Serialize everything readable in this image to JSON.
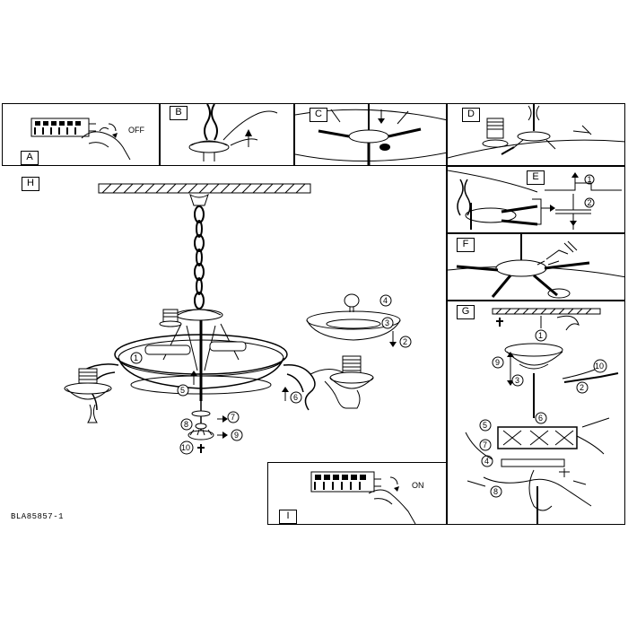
{
  "panels": {
    "A": {
      "label": "A",
      "switch_text": "OFF"
    },
    "B": {
      "label": "B"
    },
    "C": {
      "label": "C"
    },
    "D": {
      "label": "D"
    },
    "E": {
      "label": "E",
      "step1": "1",
      "step2": "2"
    },
    "F": {
      "label": "F"
    },
    "G": {
      "label": "G",
      "steps": [
        "1",
        "2",
        "3",
        "4",
        "5",
        "6",
        "7",
        "8",
        "9",
        "10"
      ]
    },
    "H": {
      "label": "H",
      "steps": [
        "1",
        "2",
        "3",
        "4",
        "5",
        "6",
        "7",
        "8",
        "9",
        "10"
      ]
    },
    "I": {
      "label": "I",
      "switch_text": "ON"
    }
  },
  "document_code": "BLA85857-1"
}
